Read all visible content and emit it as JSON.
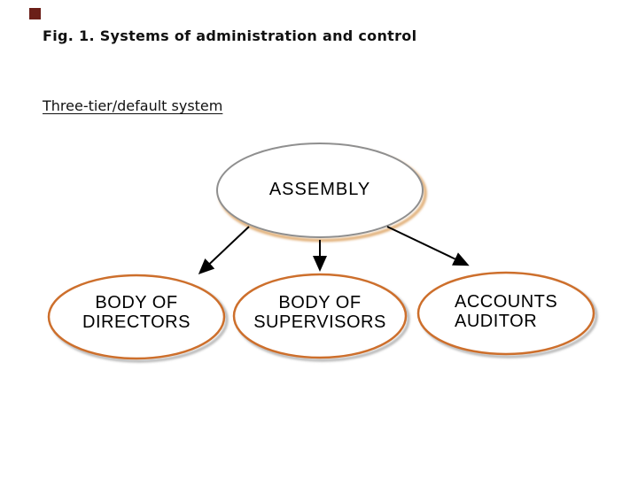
{
  "colors": {
    "background": "#ffffff",
    "bullet": "#6b1f18",
    "title_text": "#111111",
    "body_text": "#000000",
    "root_stroke": "#8f8f8f",
    "root_shadow": "#e0ad74",
    "child_stroke": "#cd6f2c",
    "child_shadow": "#b0b0b0",
    "arrow": "#000000"
  },
  "slide": {
    "title": "Fig. 1. Systems of administration and control",
    "subtitle": "Three-tier/default system"
  },
  "diagram": {
    "root": {
      "label": "ASSEMBLY"
    },
    "children": [
      {
        "line1": "BODY OF",
        "line2": "DIRECTORS"
      },
      {
        "line1": "BODY OF",
        "line2": "SUPERVISORS"
      },
      {
        "line1": "ACCOUNTS",
        "line2": "AUDITOR"
      }
    ]
  }
}
